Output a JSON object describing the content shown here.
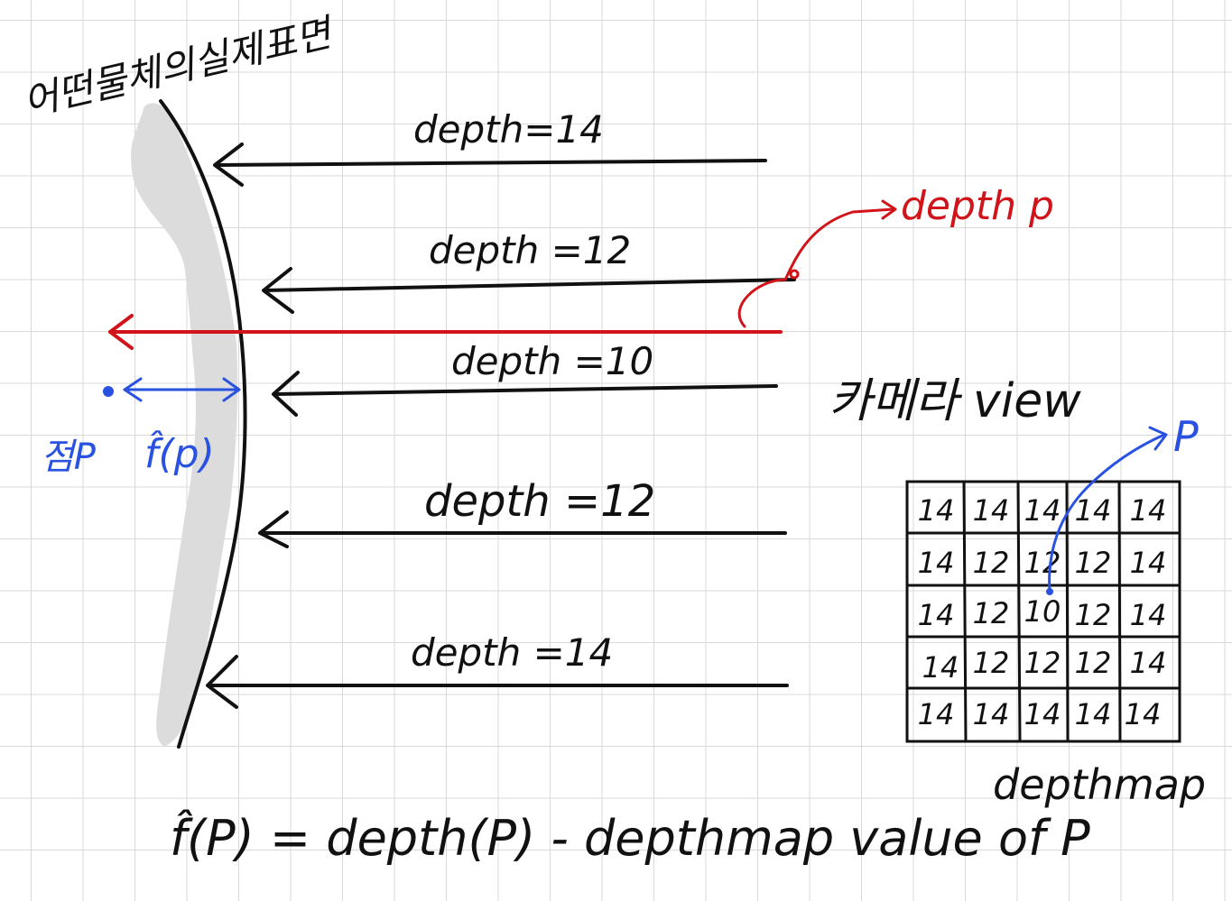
{
  "surface_label": "어떤물체의실제표면",
  "rays": [
    {
      "label": "depth=14"
    },
    {
      "label": "depth =12"
    },
    {
      "label": "depth =10"
    },
    {
      "label": "depth =12"
    },
    {
      "label": "depth =14"
    }
  ],
  "red_label": "depth p",
  "camera_label": "카메라 view",
  "point_label": "점P",
  "distance_label": "f̂(p)",
  "grid_pointer_label": "P",
  "depth_map": {
    "title": "depthmap",
    "rows": [
      [
        "14",
        "14",
        "14",
        "14",
        "14"
      ],
      [
        "14",
        "12",
        "12",
        "12",
        "14"
      ],
      [
        "14",
        "12",
        "10",
        "12",
        "14"
      ],
      [
        "14",
        "12",
        "12",
        "12",
        "14"
      ],
      [
        "14",
        "14",
        "14",
        "14",
        "14"
      ]
    ]
  },
  "formula": "f̂(P) = depth(P) - depthmap value of P",
  "colors": {
    "ink": "#111111",
    "red": "#d0141a",
    "blue": "#2a52e0",
    "shade": "#d8d8d8"
  }
}
